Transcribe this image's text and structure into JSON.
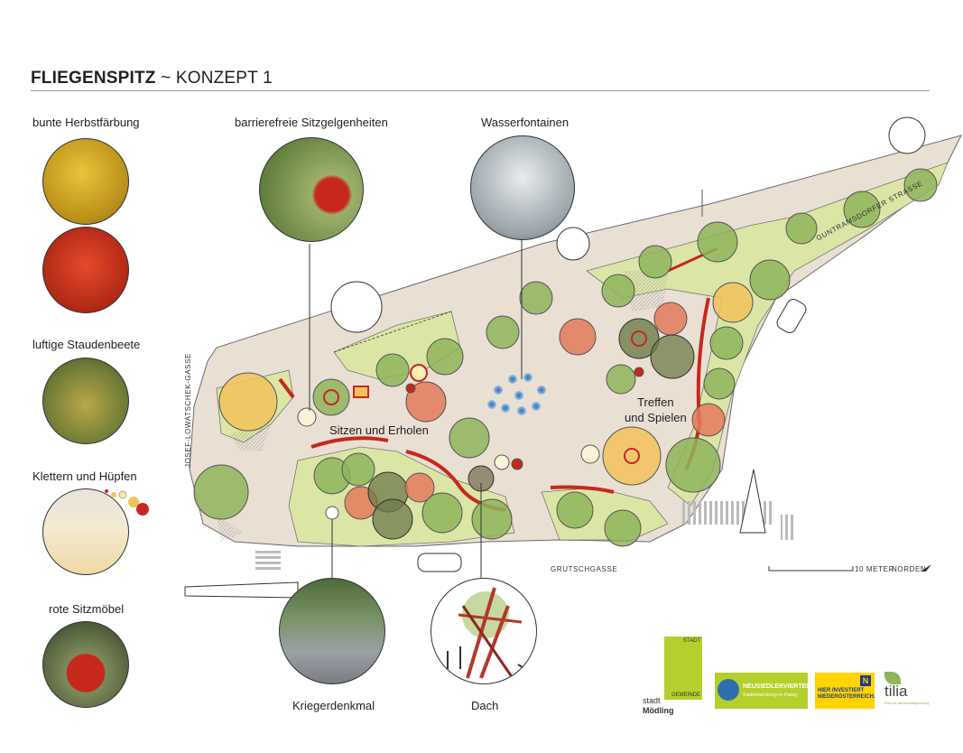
{
  "header": {
    "title_bold": "FLIEGENSPITZ",
    "title_rest": "~ KONZEPT 1"
  },
  "left_captions": {
    "herbst": "bunte Herbstfärbung",
    "stauden": "luftige Staudenbeete",
    "klettern": "Klettern und Hüpfen",
    "sitzmoebel": "rote Sitzmöbel"
  },
  "top_captions": {
    "sitz": "barrierefreie Sitzgelgenheiten",
    "wasser": "Wasserfontainen"
  },
  "bottom_captions": {
    "denkmal": "Kriegerdenkmal",
    "dach": "Dach"
  },
  "map_labels": {
    "sitzen": "Sitzen und Erholen",
    "treffen_line1": "Treffen",
    "treffen_line2": "und Spielen"
  },
  "streets": {
    "josef": "JOSEF-LOWATSCHEK-GASSE",
    "guntrams": "GUNTRAMSDORFER STRASSE",
    "grutsch": "GRUTSCHGASSE"
  },
  "scale": {
    "label": "10 METER",
    "north": "NORDEN"
  },
  "logos": {
    "stadt_top": "STADT",
    "stadt_gemeinde": "GEMEINDE",
    "stadt_line1": "stadt",
    "stadt_line2": "Mödling",
    "neusiedler": "NEUSIEDLERVIERTEL",
    "neusiedler_sub": "Stadtentwicklung im Dialog",
    "noe_line1": "HIER INVESTIERT",
    "noe_line2": "NIEDERÖSTERREICH.",
    "noe_letter": "N",
    "tilia": "tilia",
    "tilia_sub": "büro für landschaftsplanung"
  },
  "colors": {
    "paving": "#e9dfd3",
    "lawn": "#dbe6a6",
    "tree_green": "#8fb45a",
    "tree_red": "#e27a5c",
    "tree_orange": "#f2c25a",
    "tree_dark": "#6e7a48",
    "bench_red": "#c6281e",
    "fountain_blue": "#2f6fb0",
    "logo_green": "#b5cf2c",
    "logo_yellow": "#ffd400"
  }
}
